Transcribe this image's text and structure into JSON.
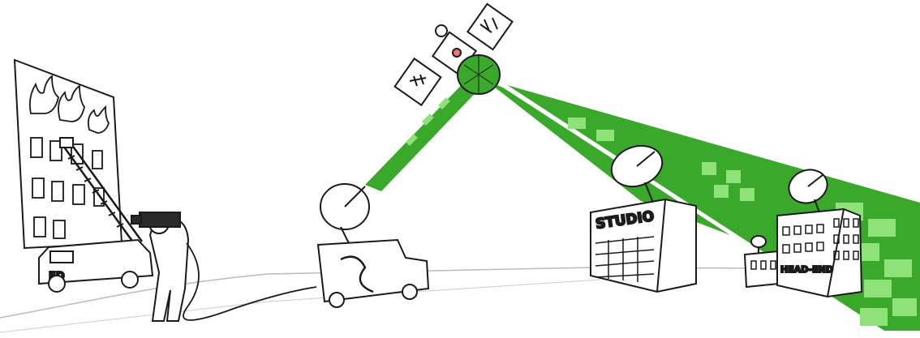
{
  "labels": {
    "fire_truck": "FD",
    "studio": "STUDIO",
    "headend": "HEAD-END"
  },
  "colors": {
    "beam_dark": "#3aa82a",
    "beam_light": "#8fe27a",
    "ink": "#1a1a1a",
    "flame": "#ffffff"
  },
  "icons": [
    "satellite-icon",
    "fire-icon",
    "camera-icon",
    "satellite-dish-icon",
    "truck-icon"
  ]
}
